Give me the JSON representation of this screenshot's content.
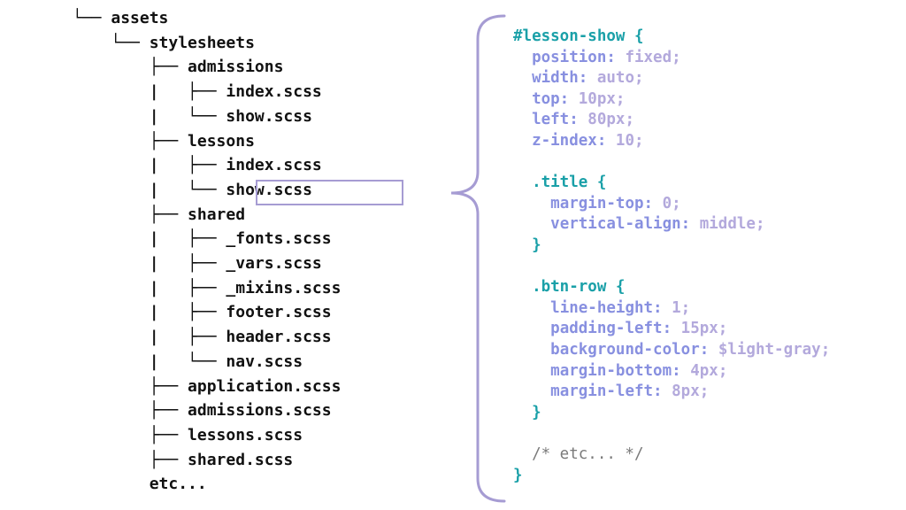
{
  "tree": {
    "lines": [
      {
        "prefix": "└── ",
        "name": "assets"
      },
      {
        "prefix": "    └── ",
        "name": "stylesheets"
      },
      {
        "prefix": "        ├── ",
        "name": "admissions"
      },
      {
        "prefix": "        |   ├── ",
        "name": "index.scss"
      },
      {
        "prefix": "        |   └── ",
        "name": "show.scss"
      },
      {
        "prefix": "        ├── ",
        "name": "lessons"
      },
      {
        "prefix": "        |   ├── ",
        "name": "index.scss"
      },
      {
        "prefix": "        |   └── ",
        "name": "show.scss",
        "highlighted": true
      },
      {
        "prefix": "        ├── ",
        "name": "shared"
      },
      {
        "prefix": "        |   ├── ",
        "name": "_fonts.scss"
      },
      {
        "prefix": "        |   ├── ",
        "name": "_vars.scss"
      },
      {
        "prefix": "        |   ├── ",
        "name": "_mixins.scss"
      },
      {
        "prefix": "        |   ├── ",
        "name": "footer.scss"
      },
      {
        "prefix": "        |   ├── ",
        "name": "header.scss"
      },
      {
        "prefix": "        |   └── ",
        "name": "nav.scss"
      },
      {
        "prefix": "        ├── ",
        "name": "application.scss"
      },
      {
        "prefix": "        ├── ",
        "name": "admissions.scss"
      },
      {
        "prefix": "        ├── ",
        "name": "lessons.scss"
      },
      {
        "prefix": "        ├── ",
        "name": "shared.scss"
      },
      {
        "prefix": "        ",
        "name": "etc..."
      }
    ]
  },
  "code": {
    "lines": [
      {
        "selector": "#lesson-show {"
      },
      {
        "indent": "  ",
        "prop": "position:",
        "value": " fixed;"
      },
      {
        "indent": "  ",
        "prop": "width:",
        "value": " auto;"
      },
      {
        "indent": "  ",
        "prop": "top:",
        "value": " 10px;"
      },
      {
        "indent": "  ",
        "prop": "left:",
        "value": " 80px;"
      },
      {
        "indent": "  ",
        "prop": "z-index:",
        "value": " 10;"
      },
      {
        "blank": true
      },
      {
        "indent": "  ",
        "selector": ".title {"
      },
      {
        "indent": "    ",
        "prop": "margin-top:",
        "value": " 0;"
      },
      {
        "indent": "    ",
        "prop": "vertical-align:",
        "value": " middle;"
      },
      {
        "indent": "  ",
        "selector": "}"
      },
      {
        "blank": true
      },
      {
        "indent": "  ",
        "selector": ".btn-row {"
      },
      {
        "indent": "    ",
        "prop": "line-height:",
        "value": " 1;"
      },
      {
        "indent": "    ",
        "prop": "padding-left:",
        "value": " 15px;"
      },
      {
        "indent": "    ",
        "prop": "background-color:",
        "value": " $light-gray;"
      },
      {
        "indent": "    ",
        "prop": "margin-bottom:",
        "value": " 4px;"
      },
      {
        "indent": "    ",
        "prop": "margin-left:",
        "value": " 8px;"
      },
      {
        "indent": "  ",
        "selector": "}"
      },
      {
        "blank": true
      },
      {
        "indent": "  ",
        "comment": "/* etc... */"
      },
      {
        "selector": "}"
      }
    ]
  },
  "colors": {
    "selector": "#1aa0a8",
    "property": "#8890e0",
    "value": "#b3a9dc",
    "comment": "#7a7a7a",
    "highlight_box": "#a69cd3",
    "brace": "#a69cd3"
  }
}
